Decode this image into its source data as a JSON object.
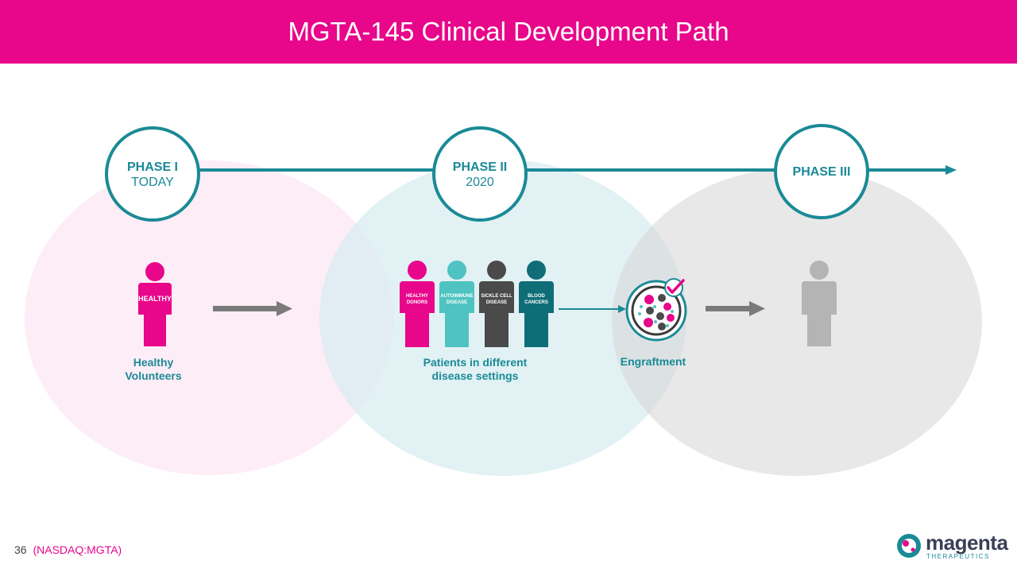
{
  "title": "MGTA-145 Clinical Development Path",
  "colors": {
    "brand_magenta": "#e8068a",
    "teal": "#1a8a96",
    "dark_teal": "#0f6d78",
    "light_teal": "#4ec3c1",
    "dark_gray": "#4a4a4a",
    "gray": "#b4b4b4"
  },
  "phases": [
    {
      "name": "PHASE I",
      "when": "TODAY"
    },
    {
      "name": "PHASE II",
      "when": "2020"
    },
    {
      "name": "PHASE III",
      "when": ""
    }
  ],
  "figures": {
    "healthy": "HEALTHY",
    "healthy_donors": "HEALTHY DONORS",
    "autoimmune": "AUTOIMMUNE DISEASE",
    "sickle_cell": "SICKLE CELL DISEASE",
    "blood_cancers": "BLOOD CANCERS"
  },
  "labels": {
    "healthy_volunteers": "Healthy Volunteers",
    "patients": "Patients in different disease settings",
    "engraftment": "Engraftment"
  },
  "icons": [
    "arrow-right-icon",
    "cell-dish-icon",
    "checkmark-icon",
    "person-icon"
  ],
  "footer": {
    "page_number": "36",
    "ticker": "(NASDAQ:MGTA)",
    "logo_word": "magenta",
    "logo_sub": "THERAPEUTICS"
  }
}
